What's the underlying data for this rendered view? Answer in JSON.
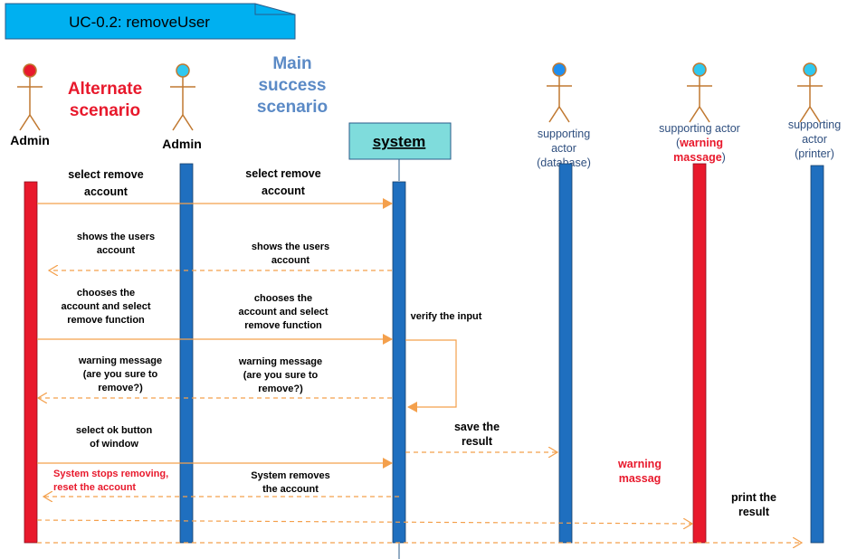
{
  "title": "UC-0.2: removeUser",
  "scenarios": {
    "alternate": [
      "Alternate",
      "scenario"
    ],
    "main": [
      "Main",
      "success",
      "scenario"
    ]
  },
  "actors": {
    "admin_alt": "Admin",
    "admin_main": "Admin",
    "system": "system",
    "database": [
      "supporting",
      "actor",
      "(database)"
    ],
    "warning": {
      "line1": "supporting actor",
      "line2_pre": "(",
      "line2_red": "warning",
      "line3_red": "massage",
      "line3_post": ")"
    },
    "printer": [
      "supporting",
      "actor",
      "(printer)"
    ]
  },
  "messages": {
    "alt_select": [
      "select remove",
      "account"
    ],
    "main_select": [
      "select remove",
      "account"
    ],
    "alt_shows": [
      "shows the users",
      "account"
    ],
    "main_shows": [
      "shows the users",
      "account"
    ],
    "alt_chooses": [
      "chooses the",
      "account and select",
      "remove function"
    ],
    "main_chooses": [
      "chooses the",
      "account and select",
      "remove function"
    ],
    "verify": "verify the input",
    "alt_warning": [
      "warning message",
      "(are you sure to",
      "remove?)"
    ],
    "main_warning": [
      "warning message",
      "(are you sure to",
      "remove?)"
    ],
    "alt_ok": [
      "select  ok button",
      "of window"
    ],
    "save": [
      "save the",
      "result"
    ],
    "warning_massag": [
      "warning",
      "massag"
    ],
    "alt_stops": [
      "System stops removing,",
      "reset the account"
    ],
    "main_removes": [
      "System removes",
      "the account"
    ],
    "print": [
      "print the",
      "result"
    ]
  },
  "colors": {
    "title_fill": "#00b0f0",
    "system_fill": "#7fdcdc",
    "lifeline_blue": "#1f6fbf",
    "lifeline_red": "#e8192c",
    "message_arrow": "#f4a04c",
    "actor_head_red": "#e8192c",
    "actor_head_cyan": "#2fc8f0",
    "actor_body": "#c07830"
  }
}
